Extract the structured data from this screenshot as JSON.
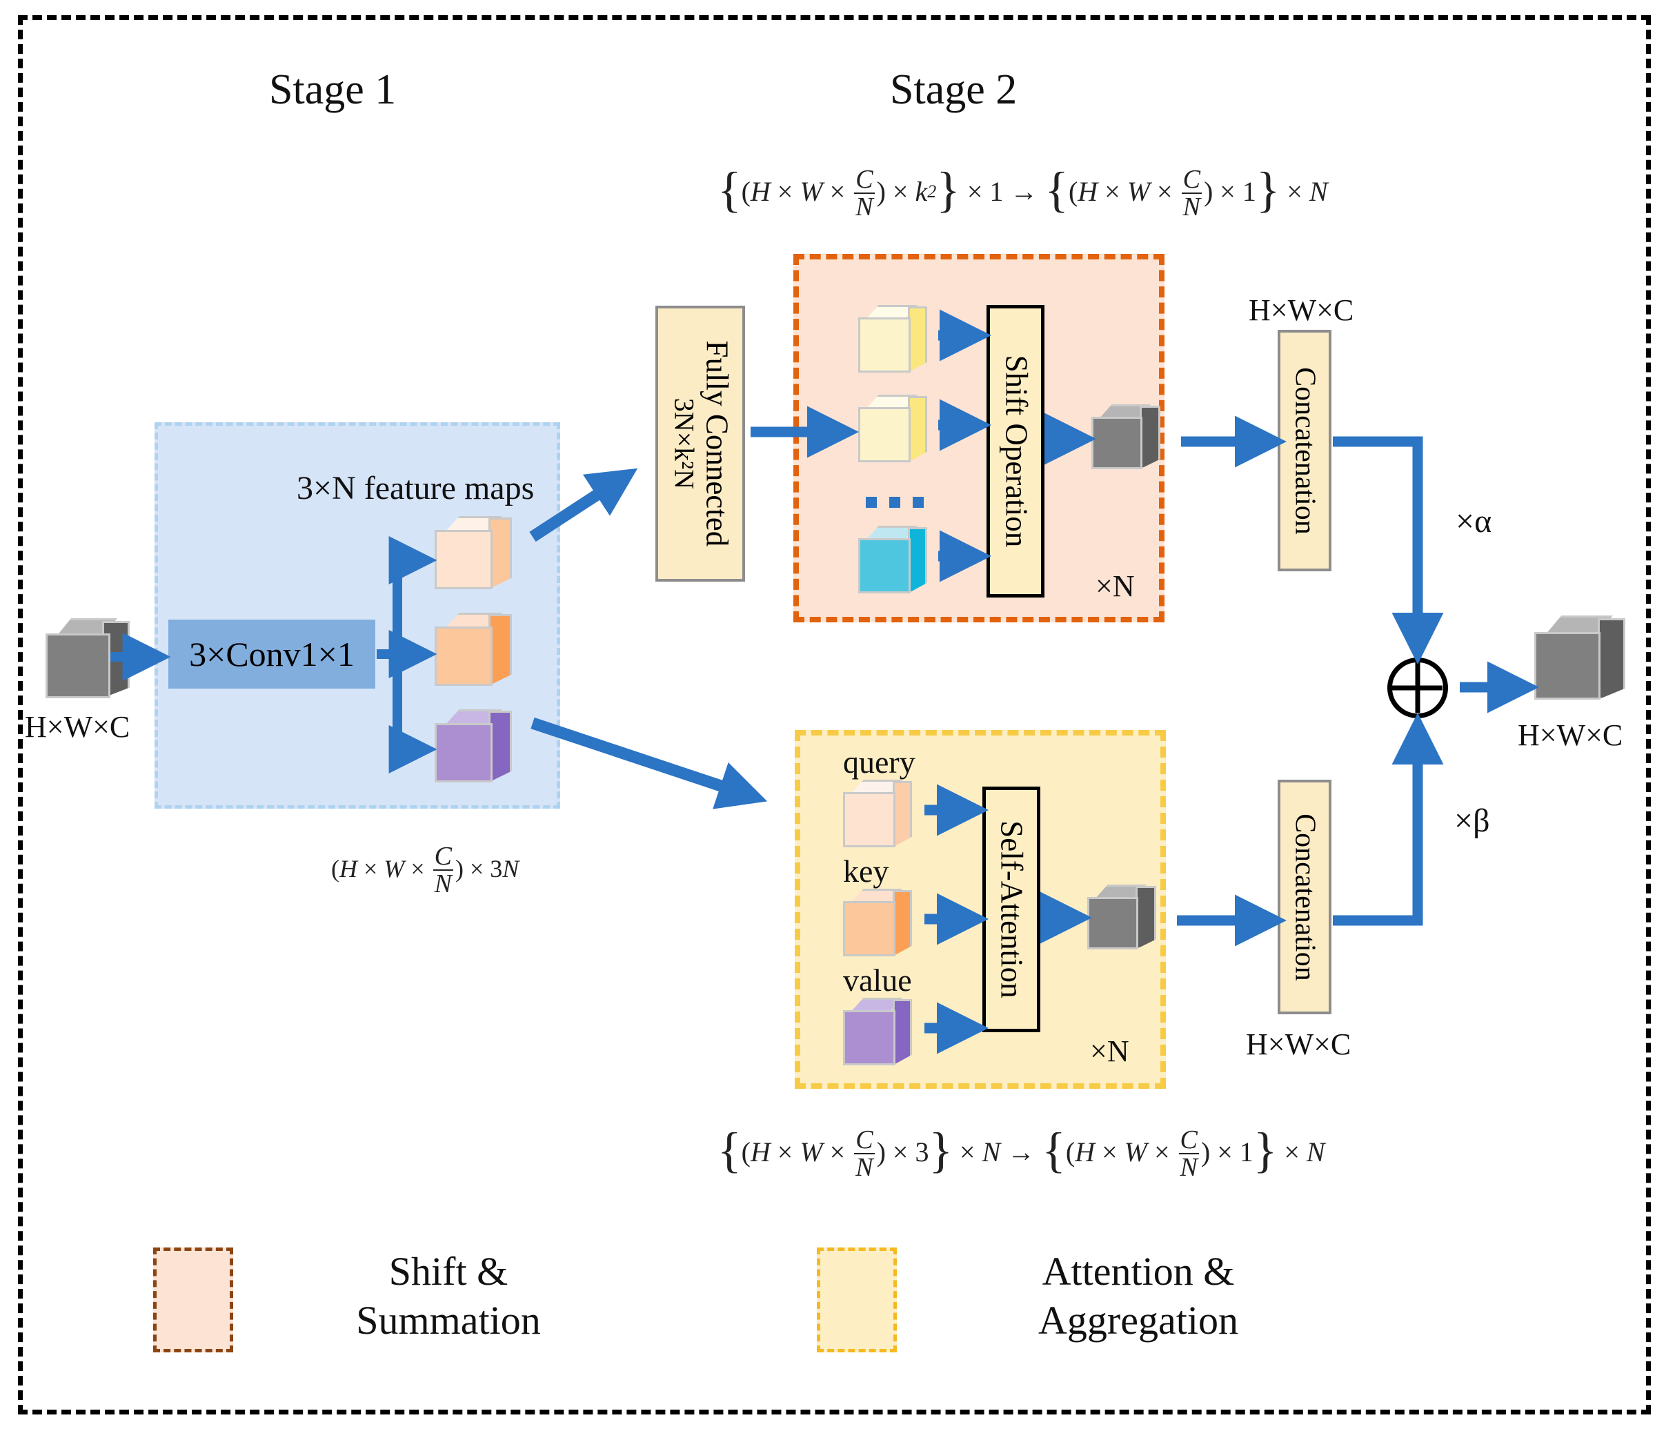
{
  "diagram": {
    "title_stage1": "Stage 1",
    "title_stage2": "Stage 2",
    "input_dim_label": "H×W×C",
    "output_dim_label": "H×W×C",
    "conv_label": "3×Conv1×1",
    "feature_maps_label": "3×N feature maps",
    "stage1_formula": "(H × W × C/N) × 3N",
    "shift_formula": "{(H × W × C/N) × k² } × 1 → {(H × W × C/N) × 1} × N",
    "attn_formula": "{(H × W × C/N) × 3 } × N → {(H × W × C/N) × 1} × N",
    "fc_label_line1": "Fully Connected",
    "fc_label_line2": "3N×k²N",
    "shift_op_label": "Shift Operation",
    "self_attention_label": "Self-Attention",
    "concat_label_top": "Concatenation",
    "concat_label_bottom": "Concatenation",
    "concat_dim_top": "H×W×C",
    "concat_dim_bottom": "H×W×C",
    "repeat_label_top": "×N",
    "repeat_label_bottom": "×N",
    "alpha_label": "×α",
    "beta_label": "×β",
    "qkv": {
      "query": "query",
      "key": "key",
      "value": "value"
    },
    "ellipsis": "...",
    "legend": [
      {
        "label_line1": "Shift &",
        "label_line2": "Summation",
        "fill": "#fde3d3",
        "border": "#8b4513"
      },
      {
        "label_line1": "Attention &",
        "label_line2": "Aggregation",
        "fill": "#fdeec4",
        "border": "#f5b921"
      }
    ],
    "formula_parts": {
      "H": "H",
      "W": "W",
      "C": "C",
      "N": "N",
      "k": "k",
      "times": "×",
      "arrow": "→",
      "one": "1",
      "three": "3",
      "threeN": "3N",
      "sq": "2"
    },
    "colors": {
      "stage1_panel": "#d6e4f7",
      "stage1_panel_border": "#aed3f0",
      "conv_box": "#82aede",
      "shift_group_fill": "#fde3d3",
      "shift_group_border": "#e2620d",
      "attn_group_fill": "#fdeec4",
      "attn_group_border": "#f8cb46",
      "cream_box": "#fcecc5",
      "arrow_blue": "#2c74c4",
      "cube_gray": "#808080",
      "cube_peach": "#fde3d0",
      "cube_orange": "#fcc79a",
      "cube_purple": "#ab8fd0",
      "cube_cream": "#fcefbe",
      "cube_cyan": "#4ec6e0"
    }
  }
}
